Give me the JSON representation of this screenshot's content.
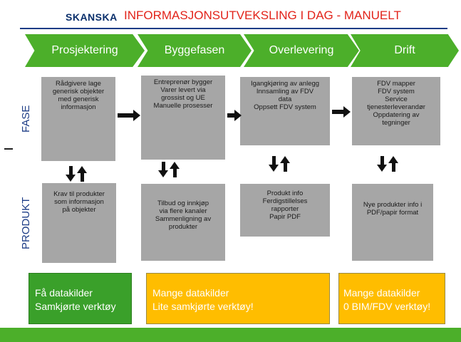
{
  "header": {
    "logo": "SKANSKA",
    "title": "INFORMASJONSUTVEKSLING I DAG - MANUELT"
  },
  "phases": [
    "Prosjektering",
    "Byggefasen",
    "Overlevering",
    "Drift"
  ],
  "row_labels": {
    "fase": "FASE",
    "produkt": "PRODUKT"
  },
  "fase_boxes": [
    [
      "Rådgivere lage",
      "generisk objekter",
      "med generisk",
      "informasjon"
    ],
    [
      "Entreprenør bygger",
      "Varer levert via",
      "grossist og UE",
      "Manuelle prosesser"
    ],
    [
      "Igangkjøring av anlegg",
      "Innsamling av FDV",
      "data",
      "Oppsett FDV system"
    ],
    [
      "FDV mapper",
      "FDV system",
      "Service",
      "tjenesterleverandør",
      "Oppdatering av",
      "tegninger"
    ]
  ],
  "produkt_boxes": [
    [
      "Krav til produkter",
      "som informasjon",
      "på objekter"
    ],
    [
      "Tilbud og innkjøp",
      "via flere kanaler",
      "Sammenligning av",
      "produkter"
    ],
    [
      "Produkt info",
      "Ferdigstillelses",
      "rapporter",
      "Papir PDF"
    ],
    [
      "Nye produkter info i",
      "PDF/papir format"
    ]
  ],
  "bottom": [
    {
      "lines": [
        "Få datakilder",
        "Samkjørte verktøy"
      ],
      "color": "#3aa02a"
    },
    {
      "lines": [
        "Mange datakilder",
        "Lite samkjørte verktøy!"
      ],
      "color": "#ffbd00"
    },
    {
      "lines": [
        "Mange datakilder",
        "0 BIM/FDV verktøy!"
      ],
      "color": "#ffbd00"
    }
  ],
  "colors": {
    "green": "#4caf2a",
    "yellow": "#ffbd00",
    "grey": "#a6a6a6",
    "red": "#e2231a",
    "navy": "#1c3c86"
  }
}
